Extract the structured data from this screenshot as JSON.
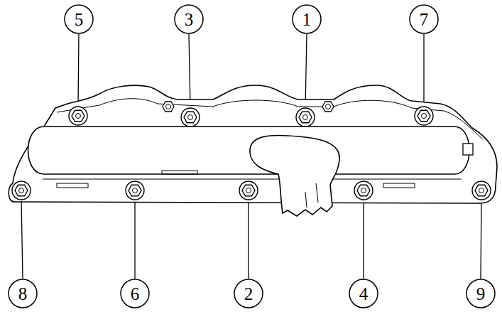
{
  "diagram": {
    "nodes": [
      {
        "text": [
          "5"
        ]
      },
      {
        "text": [
          "3"
        ]
      },
      {
        "text": [
          "1"
        ]
      },
      {
        "text": [
          "7"
        ]
      },
      {
        "text": [
          "8"
        ]
      },
      {
        "text": [
          "6"
        ]
      },
      {
        "text": [
          "2"
        ]
      },
      {
        "text": [
          "4"
        ]
      },
      {
        "text": [
          "9"
        ]
      }
    ]
  }
}
